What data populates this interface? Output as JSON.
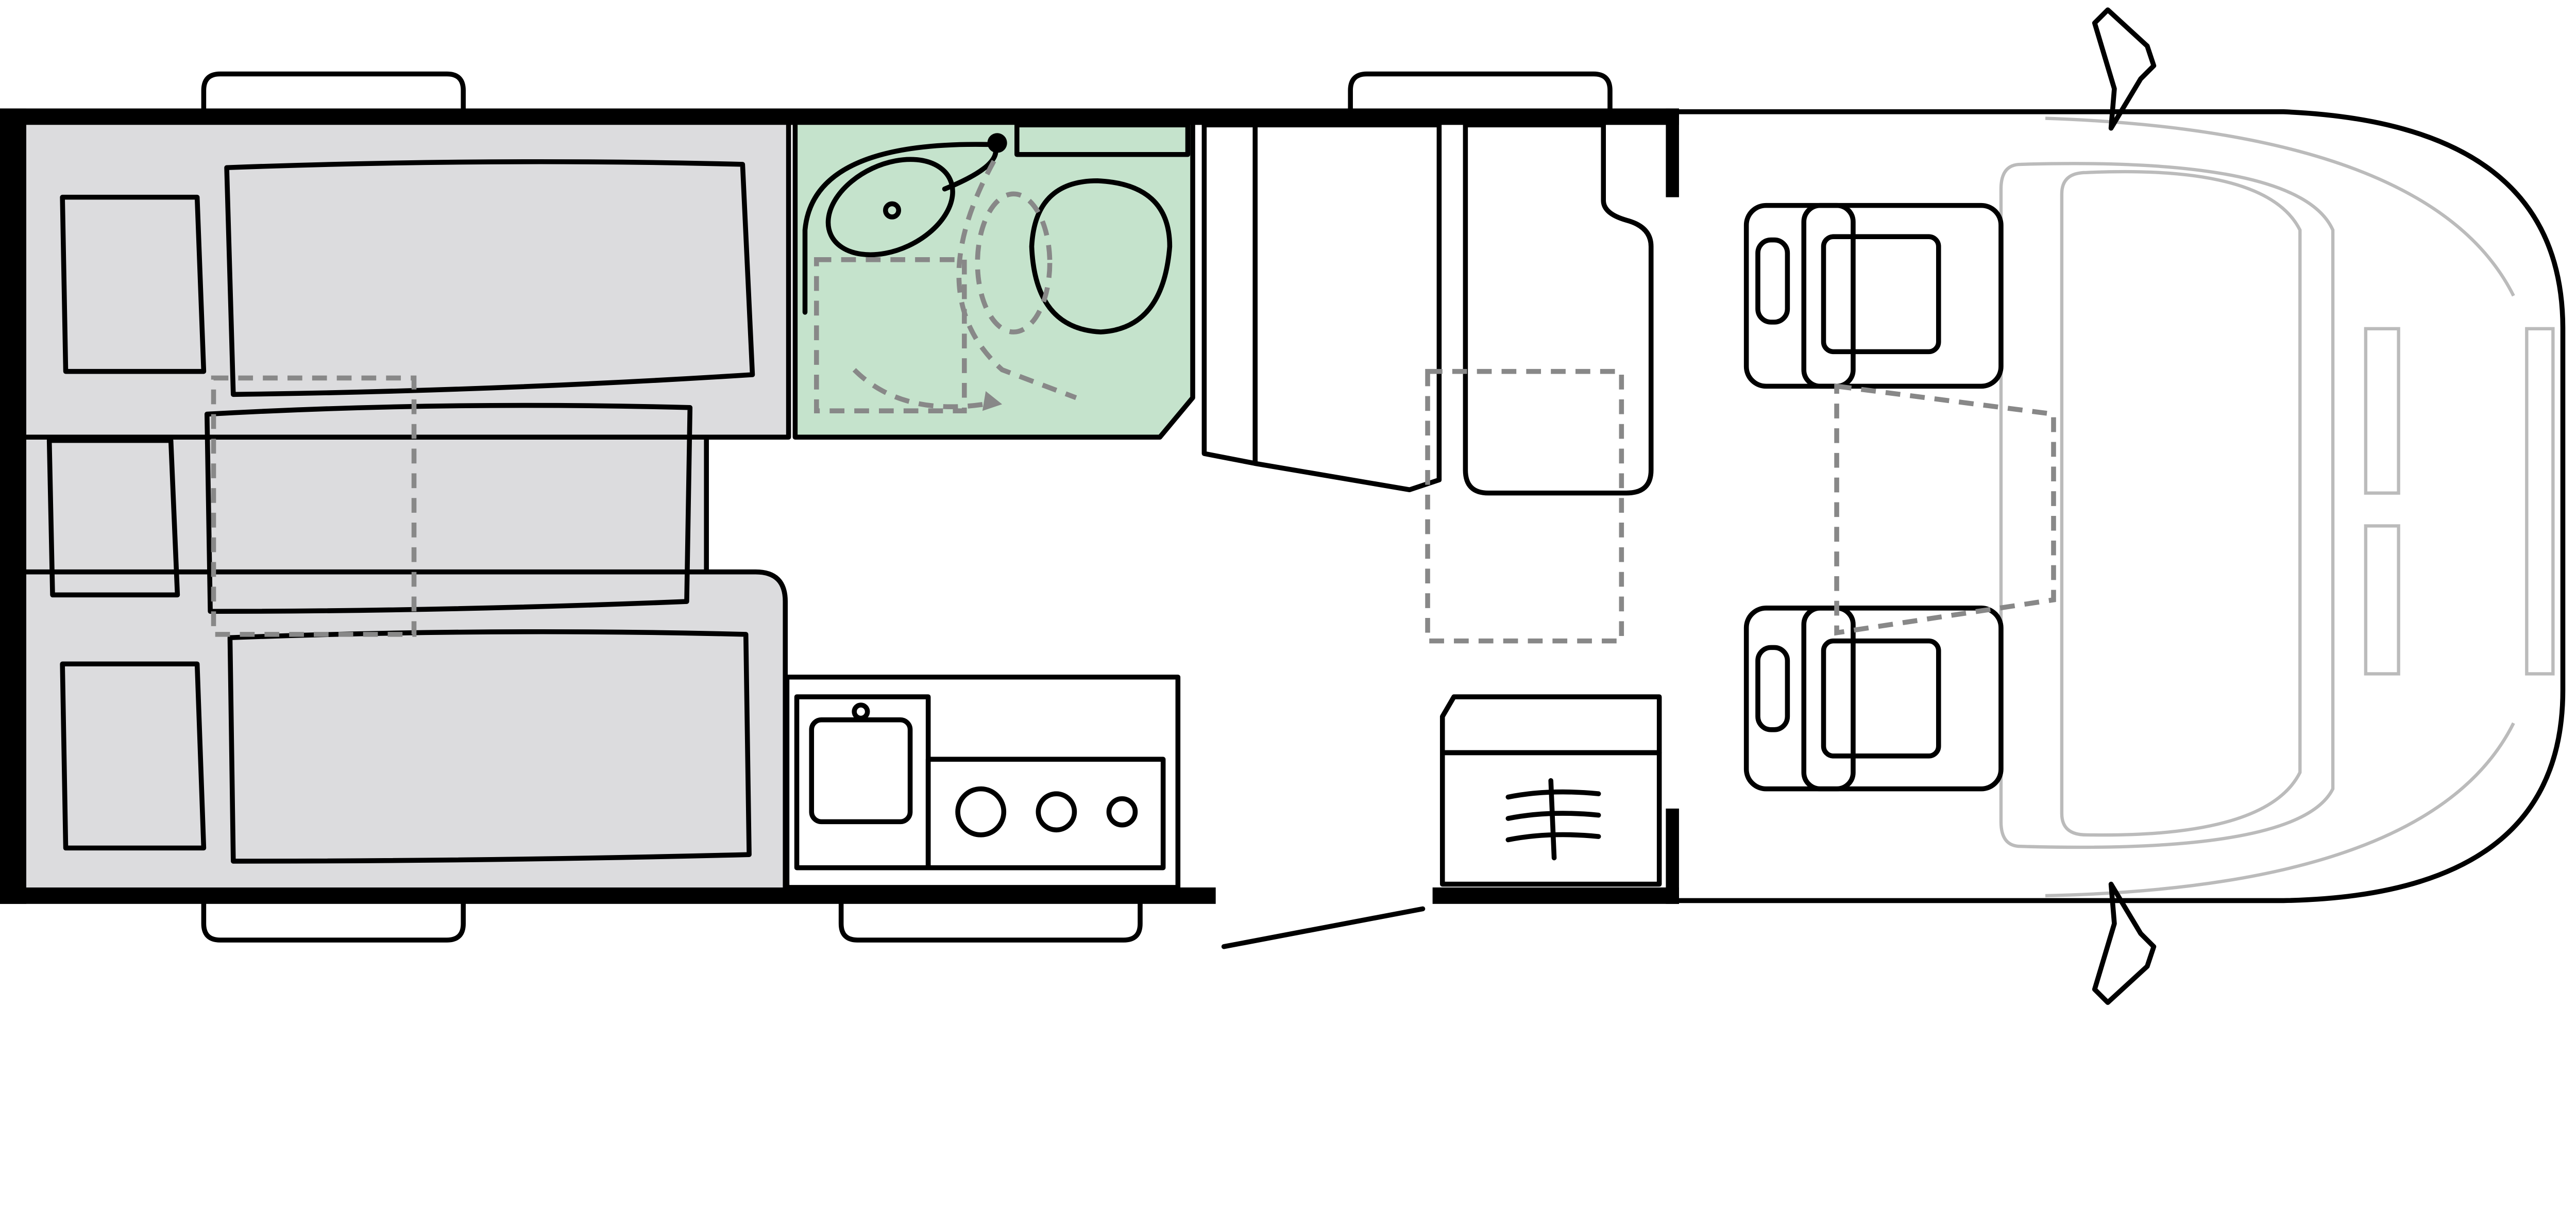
{
  "floorplan": {
    "colors": {
      "beds": "#dcdcde",
      "bathroom": "#c5e3cc",
      "kitchen": "#f9d5d0",
      "wardrobe": "#e2d597",
      "cabinet": "#f7eebd",
      "seats": "#e2d597",
      "heater": "#eeb47f",
      "walls": "#000000"
    },
    "areas": [
      "rear-beds",
      "bathroom",
      "kitchen",
      "wardrobe",
      "cabinet",
      "heater",
      "cab-seats",
      "cab"
    ],
    "icons": [
      "bed-icon",
      "pillow-icon",
      "sink-icon",
      "toilet-icon",
      "shower-icon",
      "hob-icon",
      "seat-icon",
      "window-icon",
      "door-icon",
      "mirror-icon"
    ]
  }
}
